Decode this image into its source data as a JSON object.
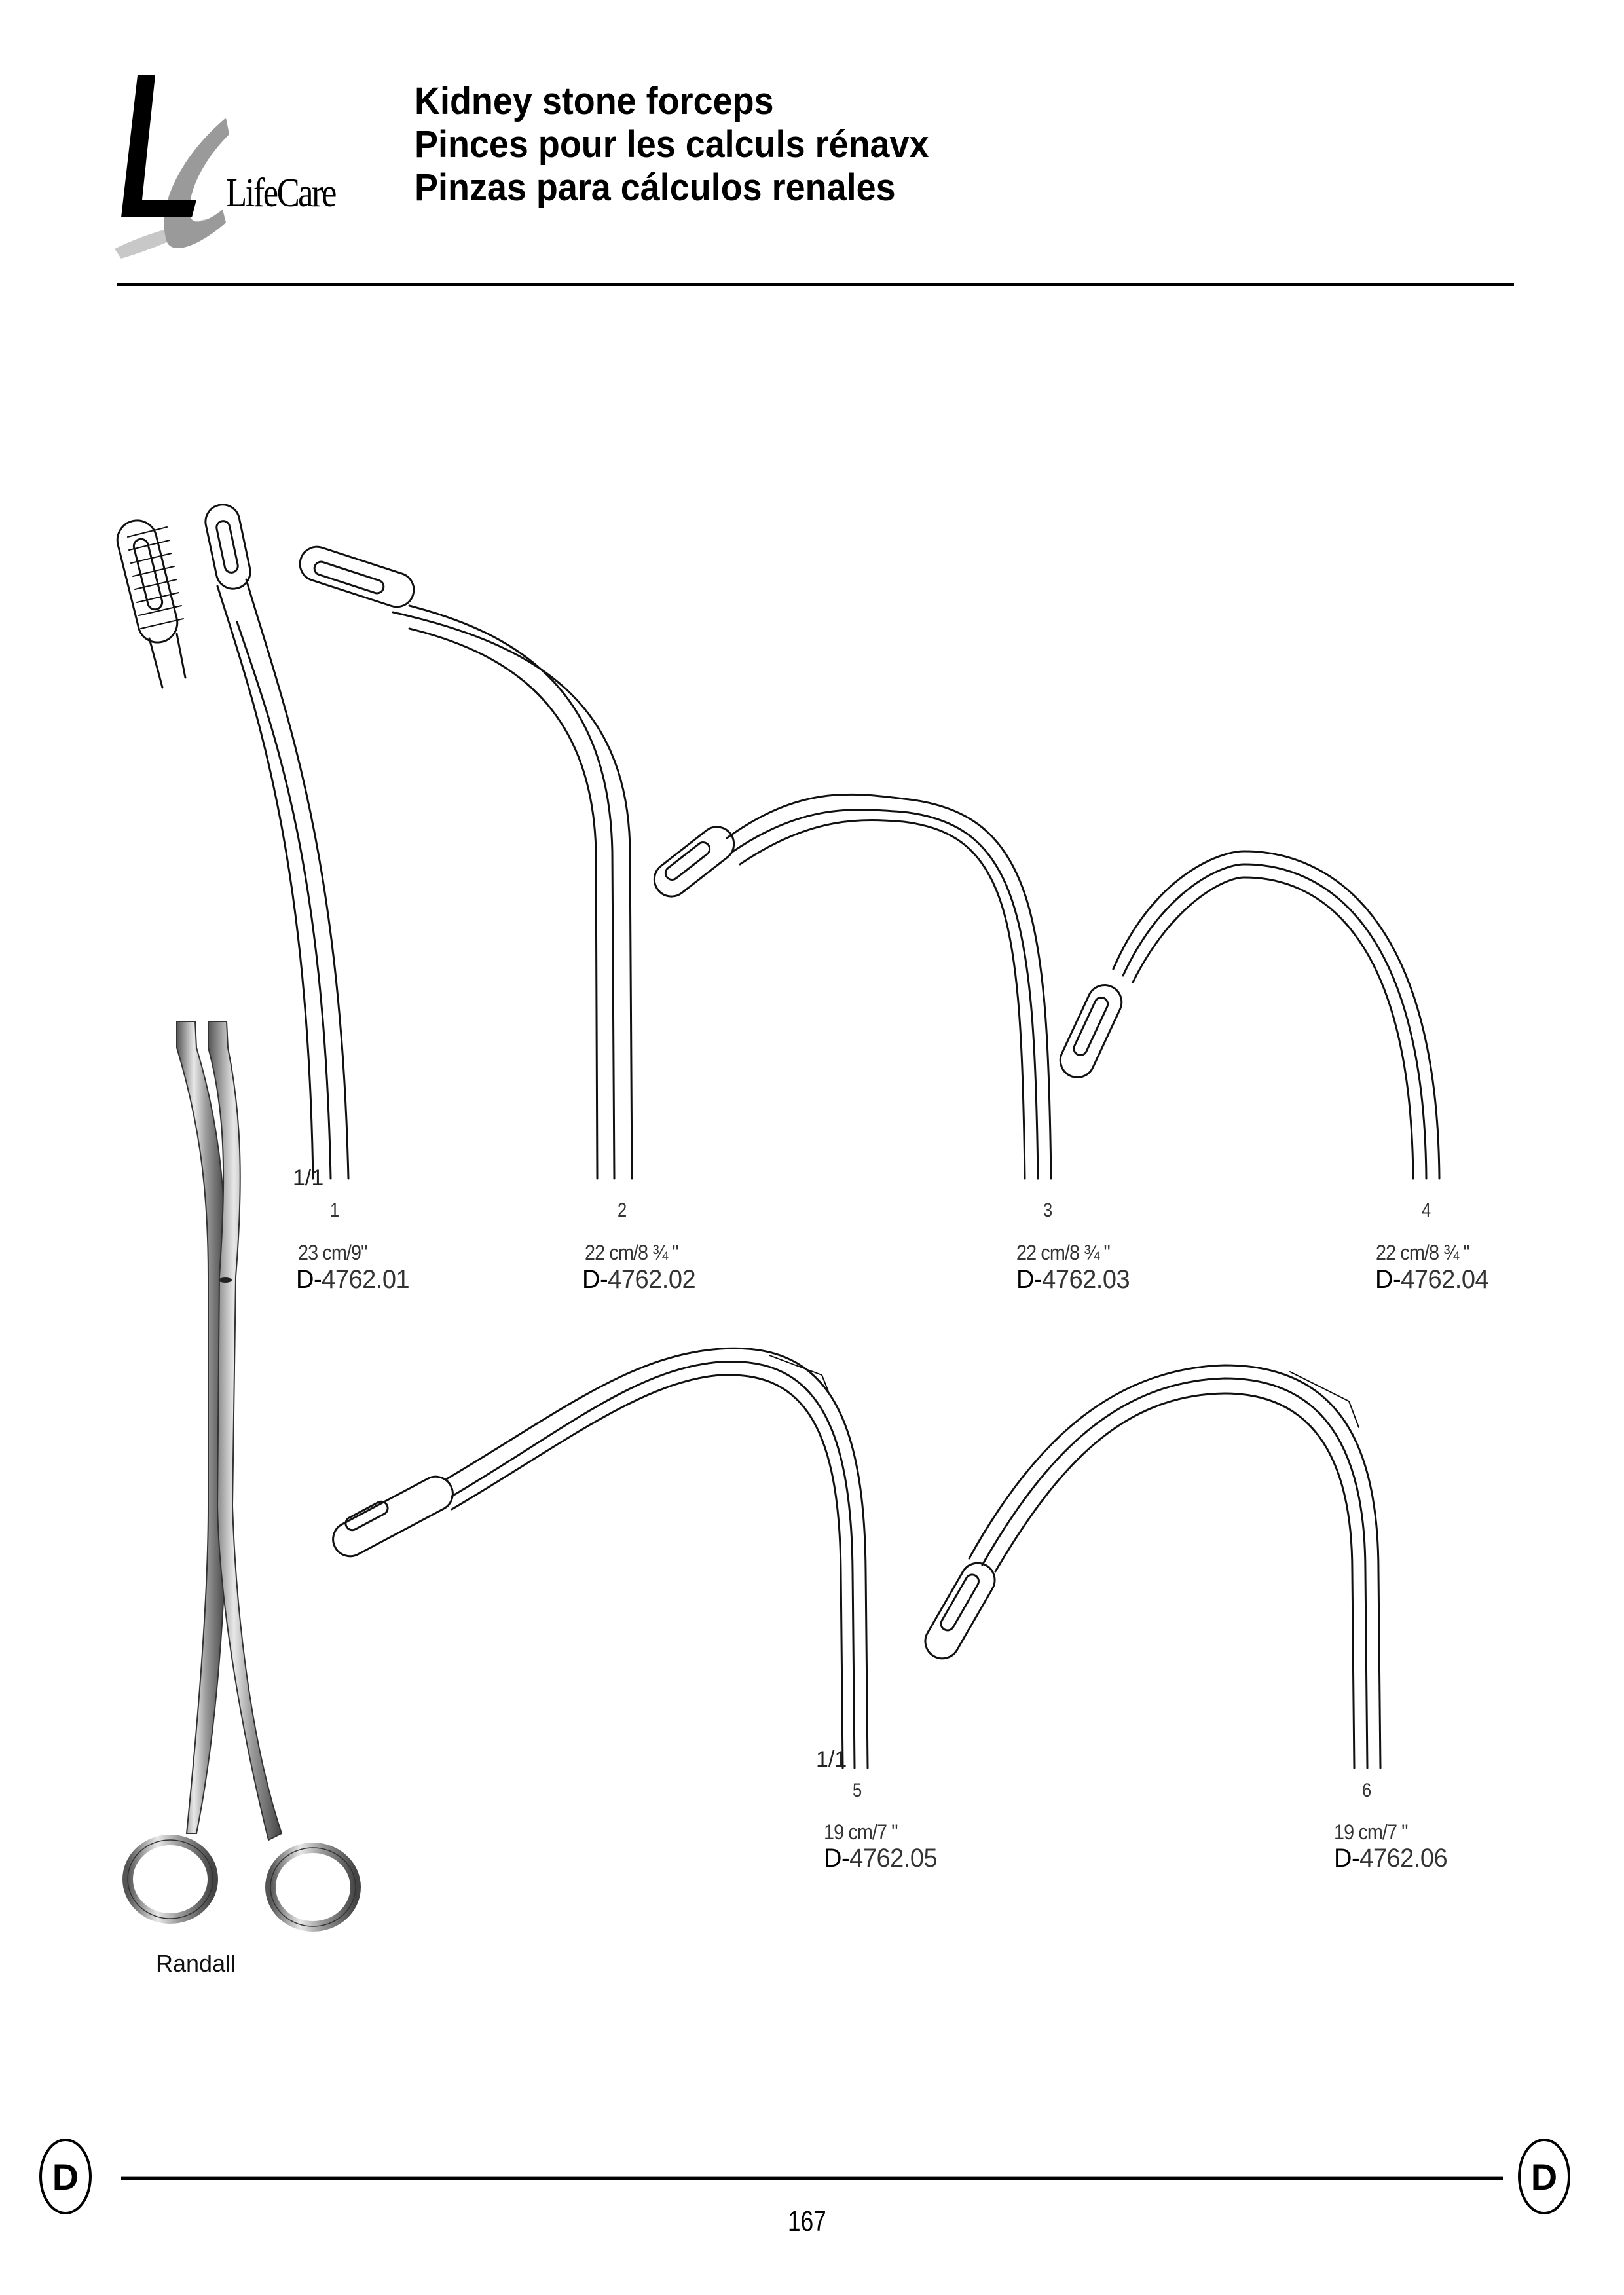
{
  "header": {
    "logo_text": "LifeCare",
    "titles": [
      "Kidney stone forceps",
      "Pinces pour les calculs rénavx",
      "Pinzas para cálculos renales"
    ]
  },
  "illustration": {
    "main_instrument_label": "Randall",
    "scale_marks": [
      "1/1",
      "1/1"
    ]
  },
  "products": [
    {
      "number": "1",
      "size": "23 cm/9\"",
      "code_prefix": "D-",
      "code": "4762.01"
    },
    {
      "number": "2",
      "size": "22 cm/8 ¾ \"",
      "code_prefix": "D-",
      "code": "4762.02"
    },
    {
      "number": "3",
      "size": "22 cm/8 ¾ \"",
      "code_prefix": "D-",
      "code": "4762.03"
    },
    {
      "number": "4",
      "size": "22 cm/8 ¾ \"",
      "code_prefix": "D-",
      "code": "4762.04"
    },
    {
      "number": "5",
      "size": "19 cm/7  \"",
      "code_prefix": "D-",
      "code": "4762.05"
    },
    {
      "number": "6",
      "size": "19 cm/7  \"",
      "code_prefix": "D-",
      "code": "4762.06"
    }
  ],
  "footer": {
    "section_letter_left": "D",
    "section_letter_right": "D",
    "page_number": "167"
  }
}
